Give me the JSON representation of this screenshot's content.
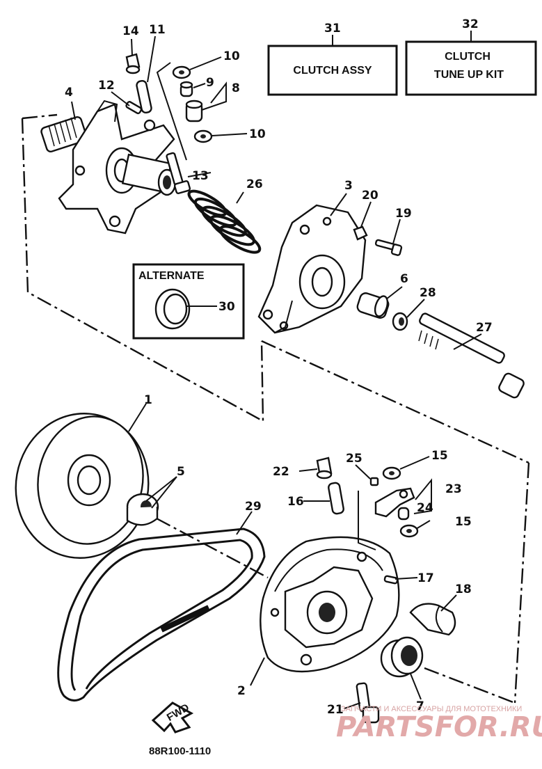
{
  "boxes": {
    "clutch_assy": {
      "number": "31",
      "label": "CLUTCH ASSY"
    },
    "tune_up_kit": {
      "number": "32",
      "line1": "CLUTCH",
      "line2": "TUNE UP KIT"
    },
    "alternate": {
      "title": "ALTERNATE",
      "number": "30"
    }
  },
  "callouts": {
    "c1": "1",
    "c2": "2",
    "c3": "3",
    "c4": "4",
    "c5": "5",
    "c6": "6",
    "c7": "7",
    "c8": "8",
    "c9": "9",
    "c10a": "10",
    "c10b": "10",
    "c11": "11",
    "c12": "12",
    "c13": "13",
    "c14": "14",
    "c15a": "15",
    "c15b": "15",
    "c16": "16",
    "c17": "17",
    "c18": "18",
    "c19": "19",
    "c20": "20",
    "c21": "21",
    "c22": "22",
    "c23": "23",
    "c24": "24",
    "c25": "25",
    "c26": "26",
    "c27": "27",
    "c28": "28",
    "c29": "29"
  },
  "fwd_label": "FWD",
  "diagram_code": "88R100-1110",
  "watermark": {
    "tagline": "ЗАПЧАСТИ И АКСЕССУАРЫ ДЛЯ МОТОТЕХНИКИ",
    "brand": "PARTSFOR.RU"
  }
}
